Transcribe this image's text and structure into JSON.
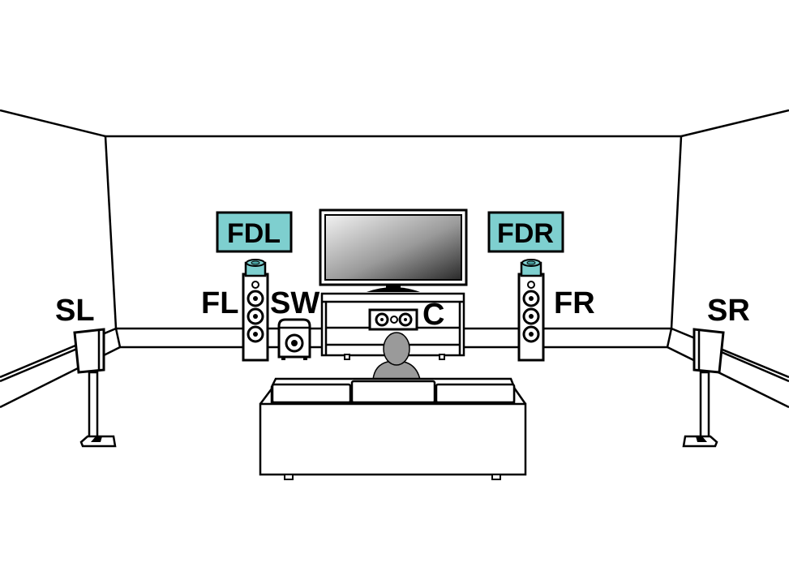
{
  "diagram": {
    "labels": {
      "sl": "SL",
      "fl": "FL",
      "sw": "SW",
      "c": "C",
      "fr": "FR",
      "sr": "SR"
    },
    "height_tags": {
      "fdl": "FDL",
      "fdr": "FDR"
    },
    "colors": {
      "tag_fill": "#7ECFCF",
      "line": "#000000",
      "listener": "#9A9A9A"
    },
    "icons": [
      "tv-icon",
      "floor-speaker-icon",
      "subwoofer-icon",
      "center-speaker-icon",
      "surround-speaker-icon",
      "listener-icon",
      "sofa-icon",
      "dolby-atmos-module-icon"
    ]
  }
}
